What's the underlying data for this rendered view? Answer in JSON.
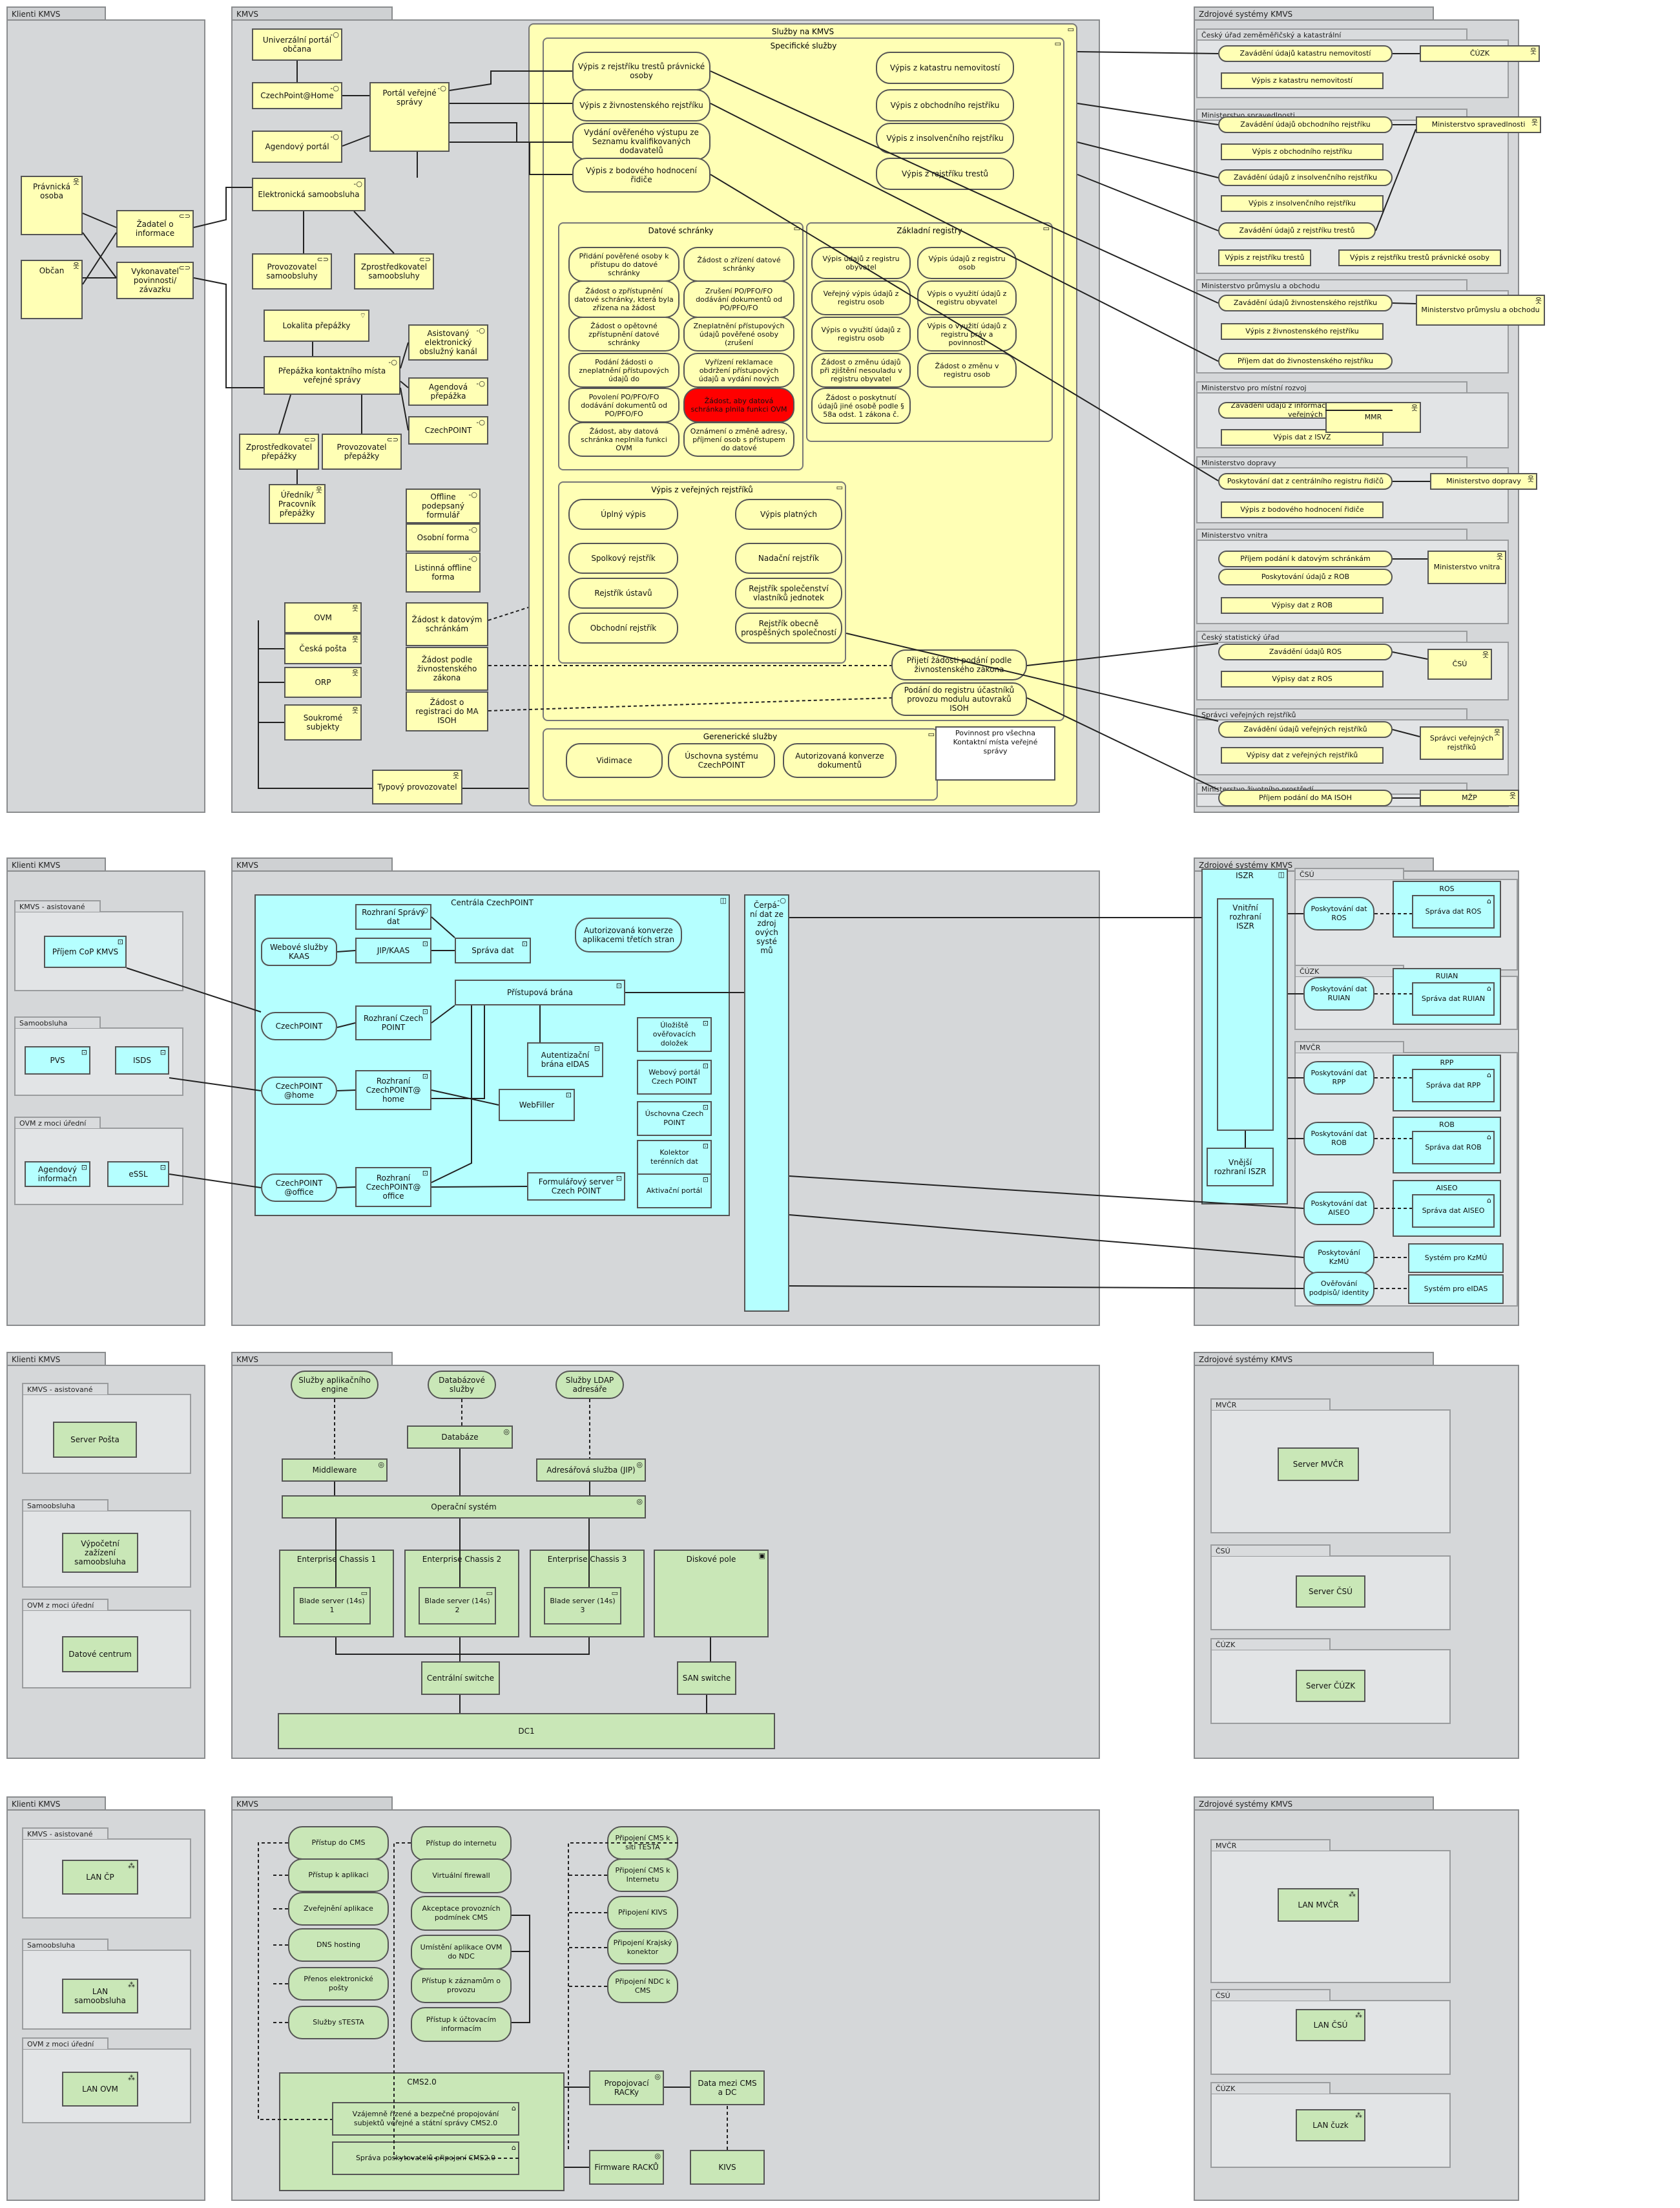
{
  "panels": {
    "klienti_label": "Klienti KMVS",
    "kmvs_label": "KMVS",
    "zdroj_label": "Zdrojové systémy KMVS"
  },
  "top": {
    "clients": {
      "pravnicka": "Právnická osoba",
      "obcan": "Občan",
      "zadatel": "Žadatel o informace",
      "vykonavatel": "Vykonavatel povinnosti/ závazku"
    },
    "portals": {
      "univerzalni": "Univerzální portál občana",
      "czp_home": "CzechPoint@Home",
      "agendovy": "Agendový portál",
      "portal_vs": "Portál veřejné správy",
      "elektronicka": "Elektronická samoobsluha",
      "prov_samoobsluhy": "Provozovatel samoobsluhy",
      "zprostred_samoobsluhy": "Zprostředkovatel samoobsluhy"
    },
    "prepazka": {
      "lokalita": "Lokalita přepážky",
      "asistovany": "Asistovaný elektronický obslužný kanál",
      "prepazka": "Přepážka kontaktního místa veřejné správy",
      "agendova": "Agendová přepážka",
      "czechpoint": "CzechPOINT",
      "zprostred": "Zprostředkovatel přepážky",
      "provozovatel": "Provozovatel přepážky",
      "urednik": "Úředník/ Pracovník přepážky"
    },
    "forms": {
      "offline": "Offline podepsaný formulář",
      "osobni": "Osobní forma",
      "listinna": "Listinná offline forma",
      "zadost_ds": "Žádost k datovým schránkám",
      "zadost_zivno": "Žádost podle živnostenského zákona",
      "zadost_ma": "Žádost o registraci do MA ISOH"
    },
    "operators": {
      "ovm": "OVM",
      "ceska_posta": "Česká pošta",
      "orp": "ORP",
      "soukrome": "Soukromé subjekty",
      "typovy": "Typový provozovatel"
    },
    "sluzby": {
      "title": "Služby na KMVS",
      "specificke": "Specifické služby",
      "spec_left": [
        "Výpis z rejstříku trestů právnické osoby",
        "Výpis z živnostenského rejstříku",
        "Vydání ověřeného výstupu ze Seznamu kvalifikovaných dodavatelů",
        "Výpis z bodového hodnocení řidiče"
      ],
      "spec_right": [
        "Výpis z katastru nemovitostí",
        "Výpis z obchodního rejstříku",
        "Výpis z insolvenčního rejstříku",
        "Výpis z rejstříku trestů"
      ],
      "datove_title": "Datové schránky",
      "datove_left": [
        "Přidání pověřené osoby k přístupu do datové schránky",
        "Žádost o zpřístupnění datové schránky, která byla zřízena na žádost",
        "Žádost o opětovné zpřístupnění datové schránky",
        "Podání žádosti o zneplatnění přístupových údajů do",
        "Povolení PO/PFO/FO dodávání dokumentů od PO/PFO/FO",
        "Žádost, aby datová schránka neplnila funkci OVM"
      ],
      "datove_right": [
        "Žádost o zřízení datové schránky",
        "Zrušení PO/PFO/FO dodávání dokumentů od PO/PFO/FO",
        "Zneplatnění přístupových údajů pověřené osoby (zrušení",
        "Vyřízení reklamace obdržení přístupových údajů a vydání nových",
        "Žádost, aby datová schránka plnila funkci OVM",
        "Oznámení o změně adresy, příjmení osob s přístupem do datové"
      ],
      "zakladni_title": "Základní registry",
      "zakladni_left": [
        "Výpis údajů z registru obyvatel",
        "Veřejný výpis údajů z registru osob",
        "Výpis o využití údajů z registru osob",
        "Žádost o změnu údajů při zjištění nesouladu v registru obyvatel",
        "Žádost o poskytnutí údajů jiné osobě podle § 58a odst. 1 zákona č."
      ],
      "zakladni_right": [
        "Výpis údajů z registru osob",
        "Výpis o využití údajů z registru obyvatel",
        "Výpis o využití údajů z registru práv a povinností",
        "Žádost o změnu v registru osob"
      ],
      "verejne_title": "Výpis z veřejných rejstříků",
      "verejne_left": [
        "Úplný výpis",
        "Spolkový rejstřík",
        "Rejstřík ústavů",
        "Obchodní rejstřík"
      ],
      "verejne_right": [
        "Výpis platných",
        "Nadační rejstřík",
        "Rejstřík společenství vlastníků jednotek",
        "Rejstřík obecně prospěšných společností"
      ],
      "prijeti": "Přijetí žádosti podání podle živnostenského zákona",
      "podani_isoh": "Podání do registru účastníků provozu modulu autovraků ISOH",
      "gener_title": "Gerenerické služby",
      "gener": [
        "Vidimace",
        "Úschovna systému CzechPOINT",
        "Autorizovaná konverze dokumentů"
      ],
      "povinnost": "Povinnost pro všechna Kontaktní místa veřejné správy"
    },
    "sources": [
      {
        "name": "Český úřad zeměměřičský a katastrální",
        "items": [
          "Zavádění údajů katastru nemovitostí",
          "Výpis z katastru nemovitostí"
        ],
        "actor": "ČÚZK"
      },
      {
        "name": "Ministerstvo spravedlnosti",
        "items": [
          "Zavádění údajů obchodního rejstříku",
          "Výpis z obchodního rejstříku",
          "Zavádění údajů z insolvenčního rejstříku",
          "Výpis z insolvenčního rejstříku",
          "Zavádění údajů z rejstříku trestů",
          "Výpis z rejstříku trestů",
          "Výpis z rejstříku trestů právnické osoby"
        ],
        "actor": "Ministerstvo spravedlnosti"
      },
      {
        "name": "Ministerstvo průmyslu a obchodu",
        "items": [
          "Zavádění údajů živnostenského rejstříku",
          "Výpis z živnostenského rejstříku",
          "Příjem dat do živnostenského rejstříku"
        ],
        "actor": "Ministerstvo průmyslu a obchodu"
      },
      {
        "name": "Ministerstvo pro místní rozvoj",
        "items": [
          "Zavádění údajů z informačního systému o veřejných",
          "Výpis dat z ISVZ"
        ],
        "actor": "MMR"
      },
      {
        "name": "Ministerstvo dopravy",
        "items": [
          "Poskytování dat z centrálního registru řidičů",
          "Výpis z bodového hodnocení řidiče"
        ],
        "actor": "Ministerstvo dopravy"
      },
      {
        "name": "Ministerstvo vnitra",
        "items": [
          "Příjem podání k datovým schránkám",
          "Poskytování údajů z ROB",
          "Výpisy dat z ROB"
        ],
        "actor": "Ministerstvo vnitra"
      },
      {
        "name": "Český statistický úřad",
        "items": [
          "Zavádění údajů ROS",
          "Výpisy dat z ROS"
        ],
        "actor": "ČSÚ"
      },
      {
        "name": "Správci veřejných rejstříků",
        "items": [
          "Zavádění údajů veřejných rejstříků",
          "Výpisy dat z veřejných rejstříků"
        ],
        "actor": "Správci veřejných rejstříků"
      },
      {
        "name": "Ministerstvo životního prostředí",
        "items": [
          "Příjem podání do MA ISOH"
        ],
        "actor": "MŽP"
      }
    ]
  },
  "app": {
    "kmvs_asistovane": "KMVS - asistované",
    "samoobsluha": "Samoobsluha",
    "ovm": "OVM z moci úřední",
    "prijem_cop": "Příjem CoP KMVS",
    "pvs": "PVS",
    "isds": "ISDS",
    "agendovy_info": "Agendový informačn",
    "essl": "eSSL",
    "centrala": "Centrála CzechPOINT",
    "rozhrani_sprava": "Rozhraní Správy dat",
    "webove_kaas": "Webové služby KAAS",
    "jip_kaas": "JIP/KAAS",
    "sprava_dat": "Správa dat",
    "autoriz_konv": "Autorizovaná konverze aplikacemi třetích stran",
    "pristupova": "Přístupová brána",
    "czechpoint": "CzechPOINT",
    "rozhrani_cp": "Rozhraní Czech POINT",
    "autentizacni": "Autentizační brána eIDAS",
    "cp_home": "CzechPOINT @home",
    "rozhrani_home": "Rozhraní CzechPOINT@ home",
    "webfiller": "WebFiller",
    "cp_office": "CzechPOINT @office",
    "rozhrani_office": "Rozhraní CzechPOINT@ office",
    "formularovy": "Formulářový server Czech POINT",
    "right_comps": [
      "Úložiště ověřovacích doložek",
      "Webový portál Czech POINT",
      "Úschovna Czech POINT",
      "Kolektor terénních dat",
      "Aktivační portál"
    ],
    "cerpani": "Čerpá- ní dat ze zdroj ových systé mů",
    "iszr": "ISZR",
    "vnitrni": "Vnitřní rozhraní ISZR",
    "vnejsi": "Vnější rozhraní ISZR",
    "sources": [
      {
        "grp": "ČSÚ",
        "svc": "Poskytování dat ROS",
        "name": "ROS",
        "sub": "Správa dat ROS"
      },
      {
        "grp": "ČÚZK",
        "svc": "Poskytování dat RUIAN",
        "name": "RUIAN",
        "sub": "Správa dat RUIAN"
      },
      {
        "grp": "MVČR",
        "svc": "Poskytování dat RPP",
        "name": "RPP",
        "sub": "Správa dat RPP"
      },
      {
        "grp": "",
        "svc": "Poskytování dat ROB",
        "name": "ROB",
        "sub": "Správa dat ROB"
      },
      {
        "grp": "",
        "svc": "Poskytování dat AISEO",
        "name": "AISEO",
        "sub": "Správa dat AISEO"
      },
      {
        "grp": "",
        "svc": "Poskytování KzMÚ",
        "name": "",
        "sub": "Systém pro KzMÚ"
      },
      {
        "grp": "",
        "svc": "Ověřování podpisů/ identity",
        "name": "",
        "sub": "Systém pro eIDAS"
      }
    ]
  },
  "tech": {
    "server_posta": "Server Pošta",
    "vypocetni": "Výpočetní zažízení samoobsluha",
    "datove_centrum": "Datové centrum",
    "sluzby_app": "Služby aplikačního engine",
    "databazove": "Databázové služby",
    "ldap": "Služby LDAP adresáře",
    "databaze": "Databáze",
    "middleware": "Middleware",
    "adresarova": "Adresářová služba (JIP)",
    "os": "Operační systém",
    "chassis": [
      "Enterprise Chassis 1",
      "Enterprise Chassis 2",
      "Enterprise Chassis 3"
    ],
    "blades": [
      "Blade server (14s) 1",
      "Blade server (14s) 2",
      "Blade server (14s) 3"
    ],
    "diskove": "Diskové pole",
    "centralni": "Centrální switche",
    "san": "SAN switche",
    "dc1": "DC1",
    "mvcr": "MVČR",
    "csu": "ČSÚ",
    "cuzk": "ČÚZK",
    "server_mvcr": "Server MVČR",
    "server_csu": "Server ČSÚ",
    "server_cuzk": "Server ČÚZK"
  },
  "net": {
    "lan_cp": "LAN ČP",
    "lan_samo": "LAN samoobsluha",
    "lan_ovm": "LAN OVM",
    "col1": [
      "Přístup do CMS",
      "Přístup k aplikaci",
      "Zveřejnění aplikace",
      "DNS hosting",
      "Přenos elektronické pošty",
      "Služby sTESTA"
    ],
    "col2": [
      "Přístup do internetu",
      "Virtuální firewall",
      "Akceptace provozních podmínek CMS",
      "Umístění aplikace OVM do NDC",
      "Přístup k záznamům o provozu",
      "Přístup k účtovacím informacím"
    ],
    "col3": [
      "Připojení CMS k síti TESTA",
      "Připojení CMS k Internetu",
      "Připojení KIVS",
      "Připojení Krajský konektor",
      "Připojení NDC k CMS"
    ],
    "cms": "CMS2.0",
    "vzajemne": "Vzájemně řízené a bezpečné propojování subjektů veřejné a státní správy CMS2.0",
    "sprava_prov": "Správa poskytovatelů připojení CMS2.0",
    "propojovaci": "Propojovací RACKy",
    "data_mezi": "Data mezi CMS a DC",
    "firmware": "Firmware RACKŮ",
    "kivs": "KIVS",
    "lan_mvcr": "LAN MVČR",
    "lan_csu": "LAN ČSÚ",
    "lan_cuzk": "LAN čuzk"
  }
}
